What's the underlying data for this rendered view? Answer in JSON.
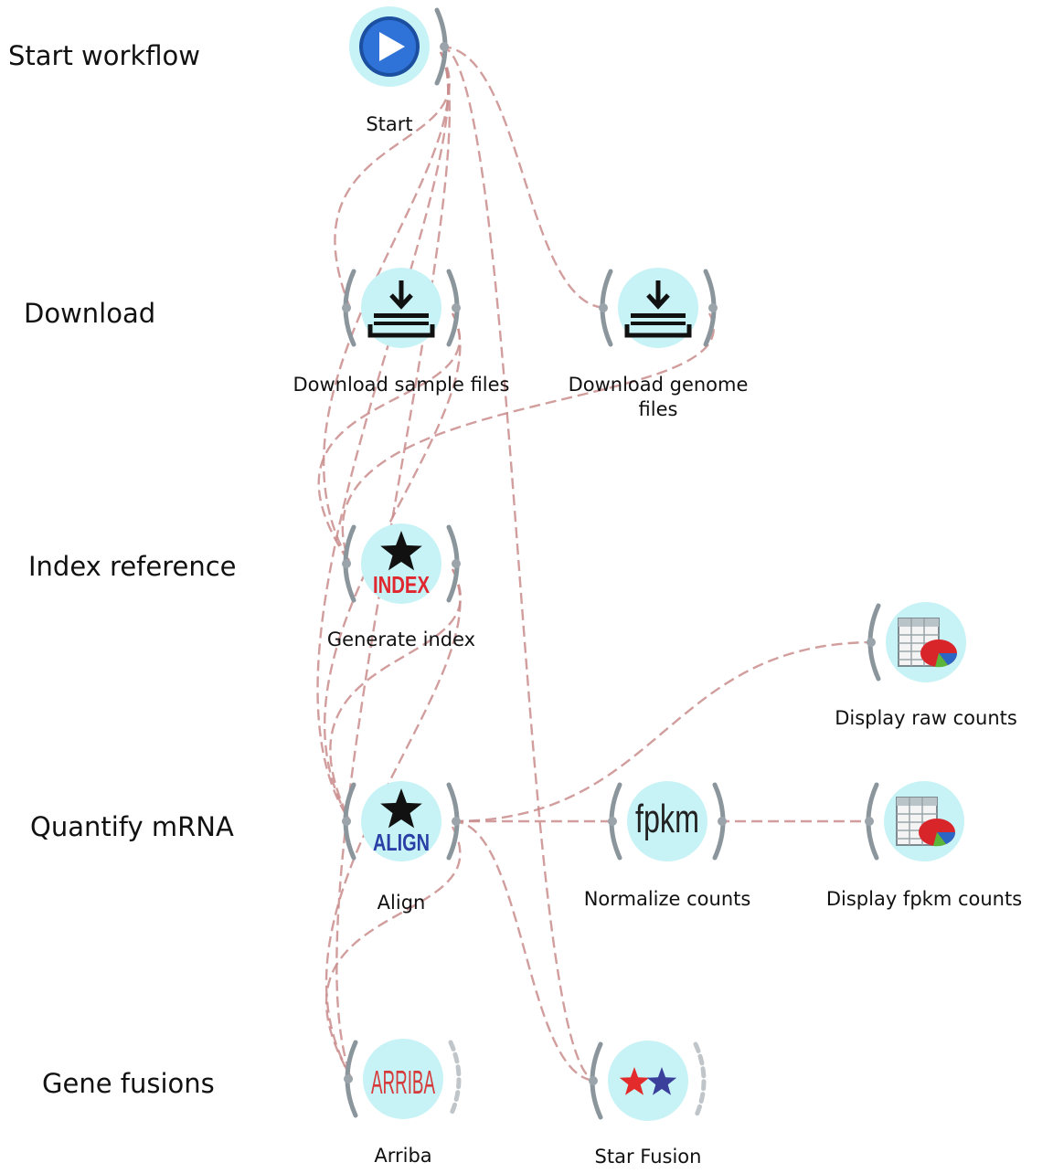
{
  "stages": [
    {
      "id": "start",
      "label": "Start workflow"
    },
    {
      "id": "download",
      "label": "Download"
    },
    {
      "id": "index",
      "label": "Index reference"
    },
    {
      "id": "quantify",
      "label": "Quantify mRNA"
    },
    {
      "id": "fusion",
      "label": "Gene fusions"
    }
  ],
  "nodes": [
    {
      "id": "start",
      "label": "Start",
      "icon": "play-icon"
    },
    {
      "id": "dl_samples",
      "label": "Download sample files",
      "icon": "download-icon"
    },
    {
      "id": "dl_genome",
      "label": "Download genome files",
      "icon": "download-icon"
    },
    {
      "id": "gen_index",
      "label": "Generate index",
      "icon": "index-star-icon",
      "icon_text": "INDEX"
    },
    {
      "id": "raw_counts",
      "label": "Display raw counts",
      "icon": "spreadsheet-pie-icon"
    },
    {
      "id": "align",
      "label": "Align",
      "icon": "align-star-icon",
      "icon_text": "ALIGN"
    },
    {
      "id": "normalize",
      "label": "Normalize counts",
      "icon": "fpkm-icon",
      "icon_text": "fpkm"
    },
    {
      "id": "fpkm_counts",
      "label": "Display fpkm counts",
      "icon": "spreadsheet-pie-icon"
    },
    {
      "id": "arriba",
      "label": "Arriba",
      "icon": "arriba-icon",
      "icon_text": "ARRIBA"
    },
    {
      "id": "star_fusion",
      "label": "Star Fusion",
      "icon": "two-stars-icon"
    }
  ],
  "edges": [
    [
      "start",
      "dl_samples"
    ],
    [
      "start",
      "dl_genome"
    ],
    [
      "start",
      "gen_index"
    ],
    [
      "start",
      "align"
    ],
    [
      "start",
      "arriba"
    ],
    [
      "start",
      "star_fusion"
    ],
    [
      "dl_samples",
      "align"
    ],
    [
      "dl_samples",
      "gen_index"
    ],
    [
      "dl_genome",
      "gen_index"
    ],
    [
      "gen_index",
      "align"
    ],
    [
      "gen_index",
      "arriba"
    ],
    [
      "align",
      "raw_counts"
    ],
    [
      "align",
      "normalize"
    ],
    [
      "normalize",
      "fpkm_counts"
    ],
    [
      "align",
      "arriba"
    ],
    [
      "align",
      "star_fusion"
    ]
  ],
  "colors": {
    "edge": "#c98c8c",
    "node_fill": "#c7f3f6",
    "port": "#9aa4aa",
    "bracket": "#8b959c"
  }
}
